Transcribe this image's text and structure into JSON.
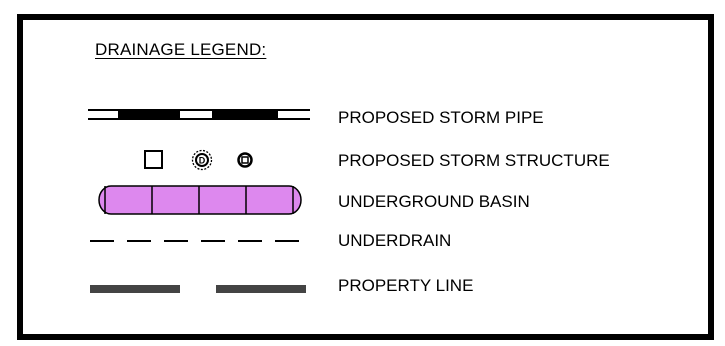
{
  "legend": {
    "title": "DRAINAGE LEGEND:",
    "items": [
      {
        "label": "PROPOSED STORM PIPE",
        "symbol": "double-line-pipe"
      },
      {
        "label": "PROPOSED STORM STRUCTURE",
        "symbol": "square-and-circle-structures"
      },
      {
        "label": "UNDERGROUND BASIN",
        "symbol": "segmented-rounded-bar"
      },
      {
        "label": "UNDERDRAIN",
        "symbol": "dashed-line"
      },
      {
        "label": "PROPERTY LINE",
        "symbol": "long-dash-line"
      }
    ],
    "colors": {
      "frame": "#000000",
      "basin_fill": "#dd88ee",
      "property_line": "#444444",
      "ink": "#000000"
    },
    "structure_glyphs": [
      "D",
      "O"
    ]
  }
}
